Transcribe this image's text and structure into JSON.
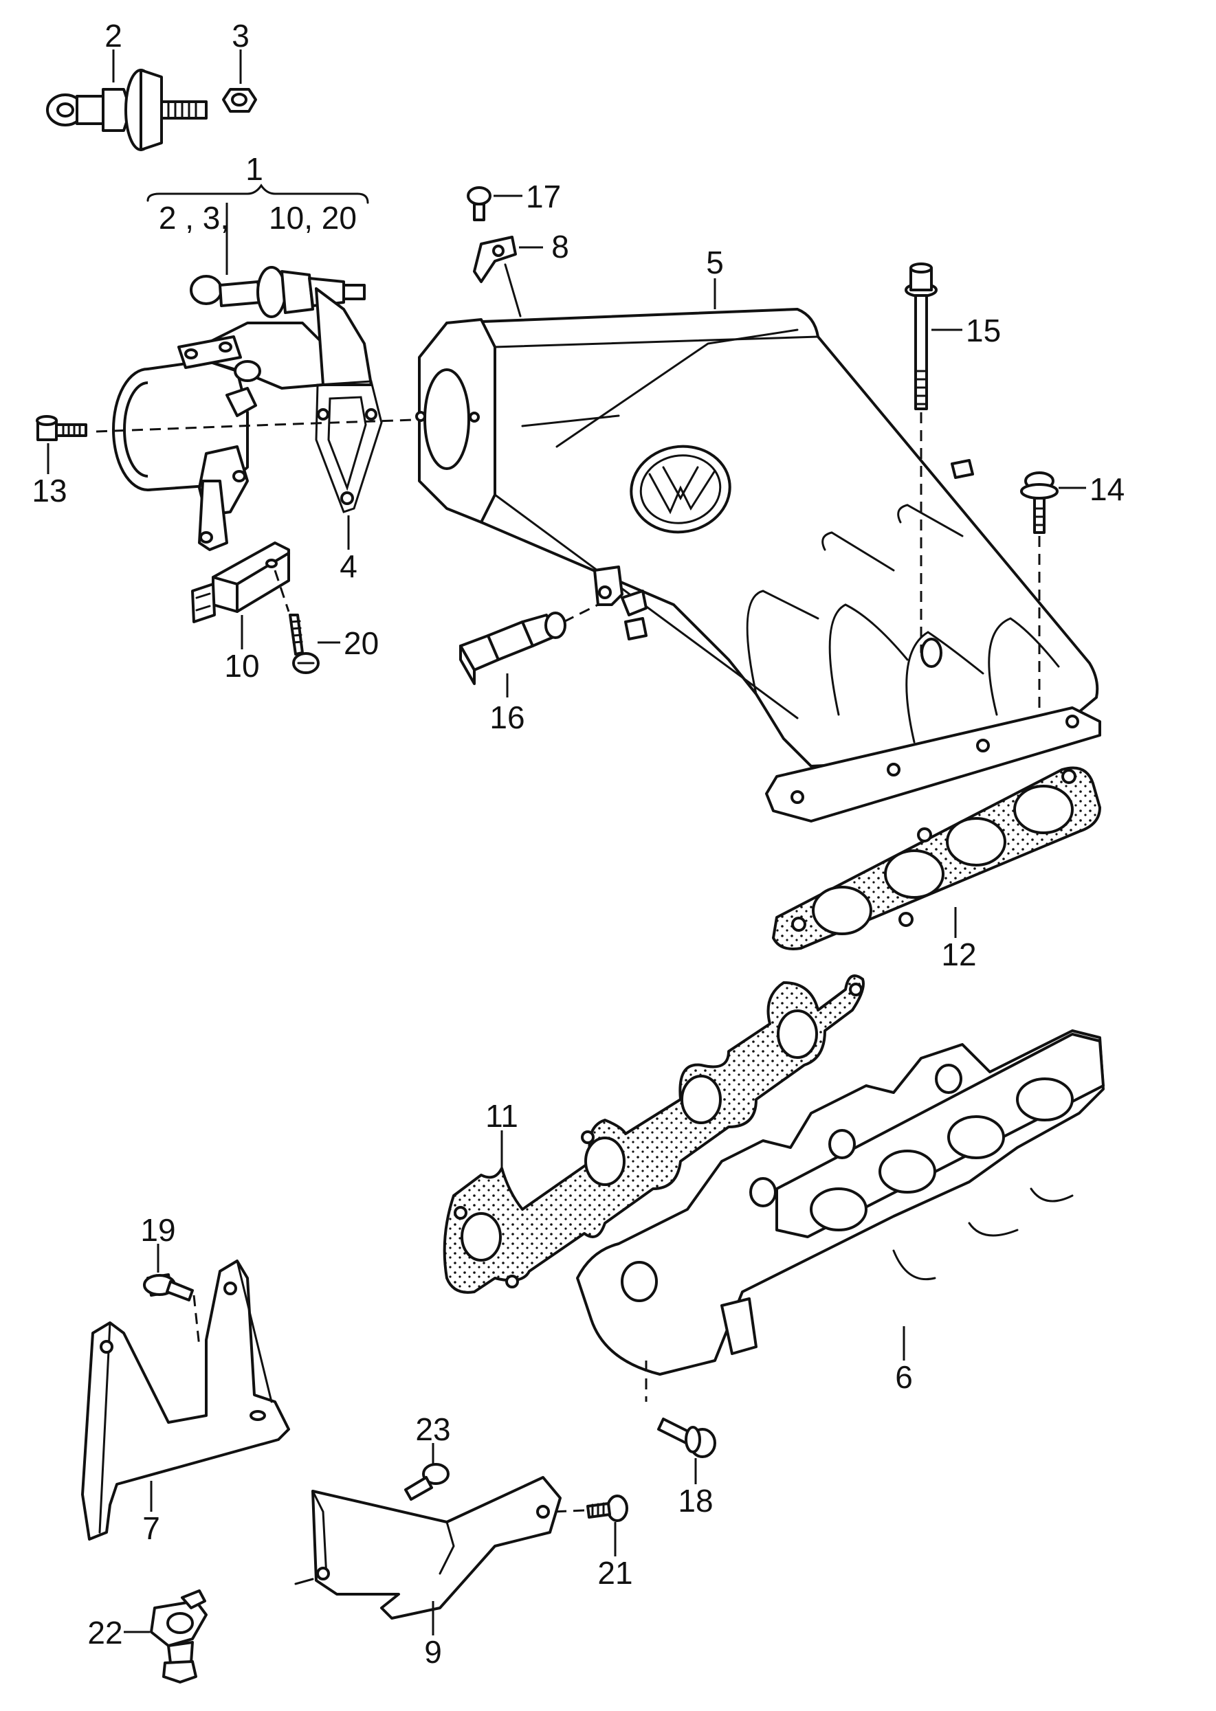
{
  "diagram": {
    "callouts": [
      {
        "id": "1",
        "text": "1"
      },
      {
        "id": "2",
        "text": "2"
      },
      {
        "id": "3",
        "text": "3"
      },
      {
        "id": "4",
        "text": "4"
      },
      {
        "id": "5",
        "text": "5"
      },
      {
        "id": "6",
        "text": "6"
      },
      {
        "id": "7",
        "text": "7"
      },
      {
        "id": "8",
        "text": "8"
      },
      {
        "id": "9",
        "text": "9"
      },
      {
        "id": "10",
        "text": "10"
      },
      {
        "id": "11",
        "text": "11"
      },
      {
        "id": "12",
        "text": "12"
      },
      {
        "id": "13",
        "text": "13"
      },
      {
        "id": "14",
        "text": "14"
      },
      {
        "id": "15",
        "text": "15"
      },
      {
        "id": "16",
        "text": "16"
      },
      {
        "id": "17",
        "text": "17"
      },
      {
        "id": "18",
        "text": "18"
      },
      {
        "id": "19",
        "text": "19"
      },
      {
        "id": "20",
        "text": "20"
      },
      {
        "id": "21",
        "text": "21"
      },
      {
        "id": "22",
        "text": "22"
      },
      {
        "id": "23",
        "text": "23"
      }
    ],
    "bracket_note_left": "2 , 3,",
    "bracket_note_right": "10, 20"
  }
}
